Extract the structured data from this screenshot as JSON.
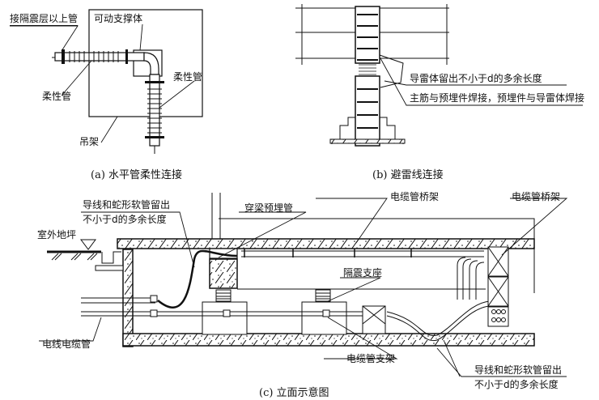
{
  "figure_a": {
    "caption": "(a) 水平管柔性连接",
    "labels": {
      "upper_pipe": "接隔震层以上管",
      "movable_support": "可动支撑体",
      "flexible_pipe_left": "柔性管",
      "flexible_pipe_right": "柔性管",
      "hanger": "吊架"
    }
  },
  "figure_b": {
    "caption": "(b) 避雷线连接",
    "labels": {
      "conductor_slack": "导雷体留出不小于d的多余长度",
      "welding": "主筋与预埋件焊接，预埋件与导雷体焊接"
    }
  },
  "figure_c": {
    "caption": "(c) 立面示意图",
    "labels": {
      "wire_slack_top_1": "导线和蛇形软管留出",
      "wire_slack_top_2": "不小于d的多余长度",
      "beam_sleeve": "穿梁预埋管",
      "cable_tray_top": "电缆管桥架",
      "cable_tray_right": "电缆管桥架",
      "outdoor_ground": "室外地坪",
      "isolation_bearing": "隔震支座",
      "cable_pipe": "电线电缆管",
      "cable_pipe_support": "电缆管支架",
      "wire_slack_bottom_1": "导线和蛇形软管留出",
      "wire_slack_bottom_2": "不小于d的多余长度"
    }
  }
}
